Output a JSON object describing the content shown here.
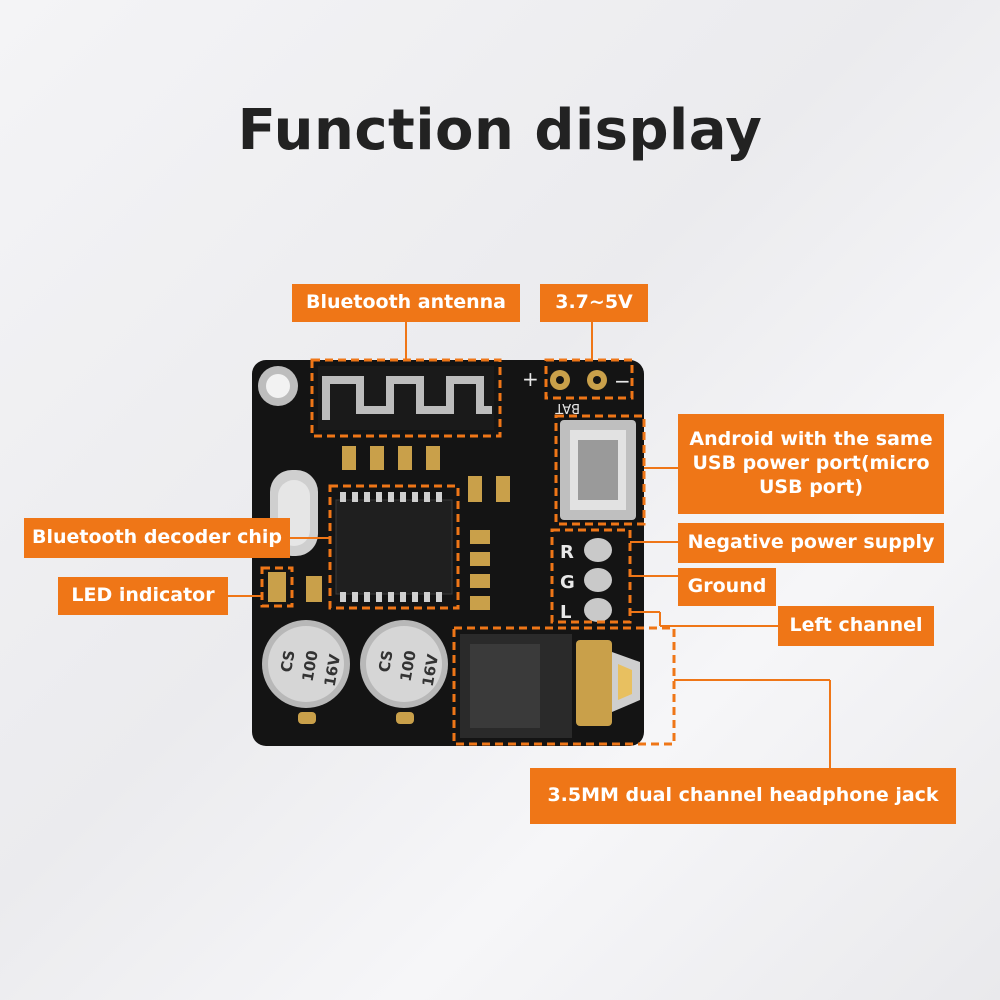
{
  "title": "Function display",
  "labels": {
    "antenna": "Bluetooth antenna",
    "voltage": "3.7~5V",
    "usb": "Android with the same USB power port(micro USB port)",
    "decoder": "Bluetooth decoder chip",
    "led": "LED indicator",
    "negative": "Negative power supply",
    "ground": "Ground",
    "left": "Left channel",
    "jack": "3.5MM dual channel headphone jack"
  },
  "board_marks": {
    "plus": "+",
    "minus": "−",
    "bat": "BAT",
    "cap_text": [
      "CS",
      "100",
      "16V"
    ],
    "pin_letters": [
      "R",
      "G",
      "L"
    ]
  },
  "colors": {
    "accent": "#ef7617",
    "pcb": "#141414",
    "silkscreen": "#e8e8e8",
    "gold": "#c9a04a"
  }
}
